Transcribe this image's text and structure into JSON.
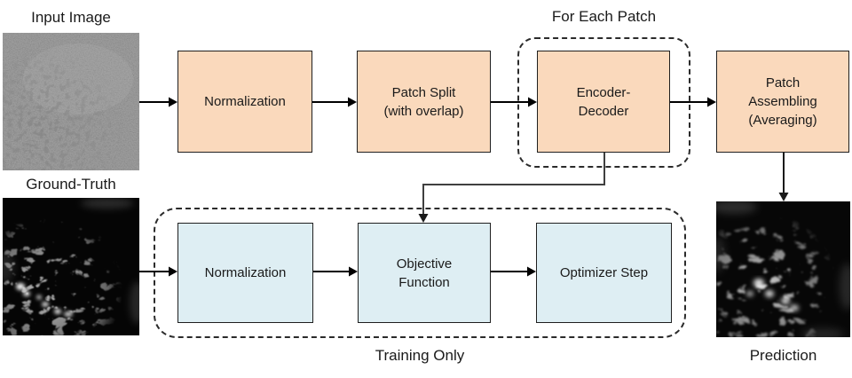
{
  "labels": {
    "input_image": "Input Image",
    "ground_truth": "Ground-Truth",
    "prediction": "Prediction",
    "for_each_patch": "For Each Patch",
    "training_only": "Training Only"
  },
  "boxes": {
    "normalization_top": "Normalization",
    "patch_split": "Patch Split\n(with overlap)",
    "encoder_decoder": "Encoder-\nDecoder",
    "patch_assembling": "Patch\nAssembling\n(Averaging)",
    "normalization_bottom": "Normalization",
    "objective_function": "Objective\nFunction",
    "optimizer_step": "Optimizer Step"
  },
  "colors": {
    "process_box_fill": "#fad9bc",
    "training_box_fill": "#deeef3",
    "box_border": "#1f1f1f",
    "arrow": "#000000",
    "connector": "#3f3f3f",
    "dashed_border": "#2b2b2b"
  }
}
